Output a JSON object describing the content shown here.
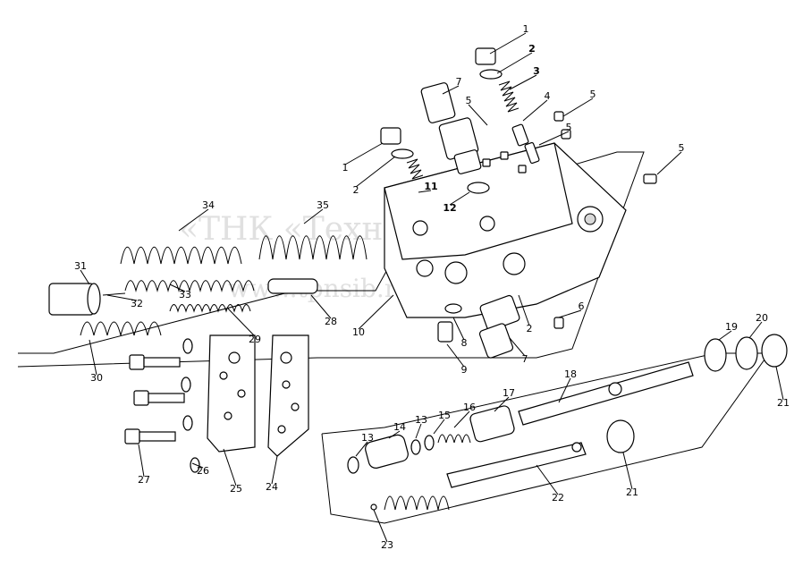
{
  "watermark": {
    "company": "«ТНК «Техно-Сиб»",
    "url": "www.tpnsib.ru"
  },
  "labels": [
    {
      "text": "1",
      "bold": false
    },
    {
      "text": "2",
      "bold": true
    },
    {
      "text": "3",
      "bold": true
    },
    {
      "text": "4",
      "bold": false
    },
    {
      "text": "5",
      "bold": false
    },
    {
      "text": "5",
      "bold": false
    },
    {
      "text": "5",
      "bold": false
    },
    {
      "text": "5",
      "bold": false
    },
    {
      "text": "7",
      "bold": false
    },
    {
      "text": "1",
      "bold": false
    },
    {
      "text": "2",
      "bold": false
    },
    {
      "text": "11",
      "bold": true
    },
    {
      "text": "12",
      "bold": true
    },
    {
      "text": "34",
      "bold": false
    },
    {
      "text": "35",
      "bold": false
    },
    {
      "text": "31",
      "bold": false
    },
    {
      "text": "32",
      "bold": false
    },
    {
      "text": "33",
      "bold": false
    },
    {
      "text": "30",
      "bold": false
    },
    {
      "text": "29",
      "bold": false
    },
    {
      "text": "28",
      "bold": false
    },
    {
      "text": "10",
      "bold": false
    },
    {
      "text": "8",
      "bold": false
    },
    {
      "text": "9",
      "bold": false
    },
    {
      "text": "7",
      "bold": false
    },
    {
      "text": "2",
      "bold": false
    },
    {
      "text": "6",
      "bold": false
    },
    {
      "text": "18",
      "bold": false
    },
    {
      "text": "19",
      "bold": false
    },
    {
      "text": "20",
      "bold": false
    },
    {
      "text": "21",
      "bold": false
    },
    {
      "text": "17",
      "bold": false
    },
    {
      "text": "16",
      "bold": false
    },
    {
      "text": "15",
      "bold": false
    },
    {
      "text": "13",
      "bold": false
    },
    {
      "text": "14",
      "bold": false
    },
    {
      "text": "13",
      "bold": false
    },
    {
      "text": "27",
      "bold": false
    },
    {
      "text": "26",
      "bold": false
    },
    {
      "text": "25",
      "bold": false
    },
    {
      "text": "24",
      "bold": false
    },
    {
      "text": "22",
      "bold": false
    },
    {
      "text": "21",
      "bold": false
    },
    {
      "text": "23",
      "bold": false
    }
  ]
}
